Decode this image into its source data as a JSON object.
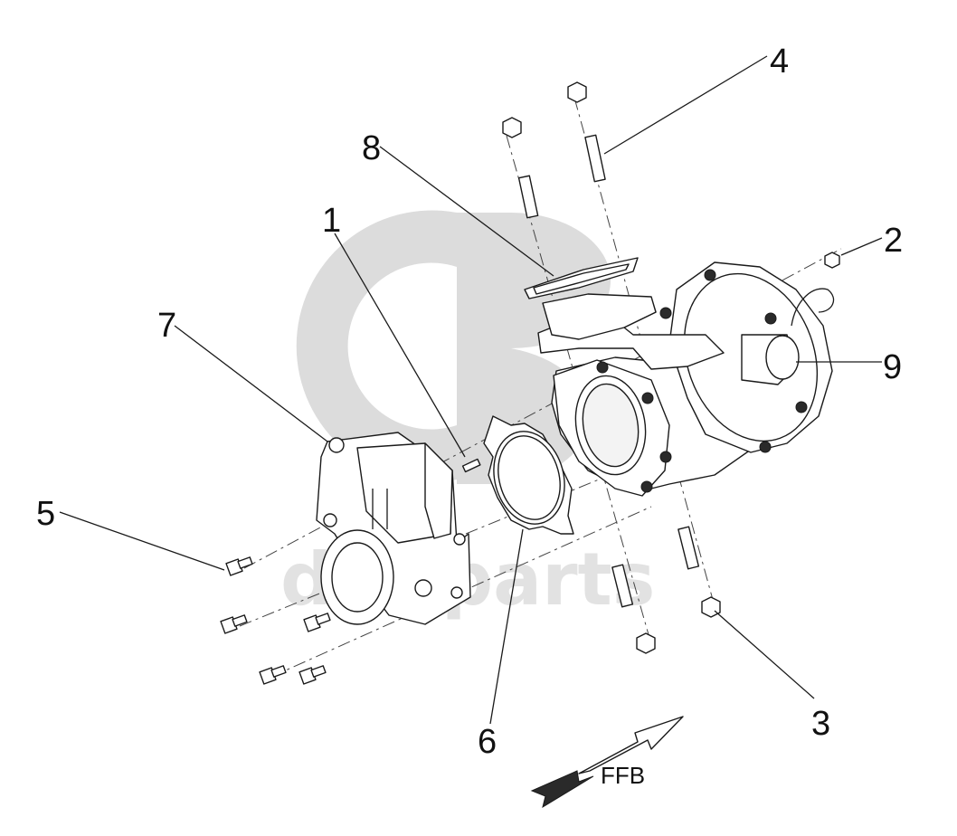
{
  "callouts": [
    "1",
    "2",
    "3",
    "4",
    "5",
    "6",
    "7",
    "8",
    "9"
  ],
  "direction_label": "FFB",
  "watermark": "daf-parts",
  "colors": {
    "ink": "#1a1a1a",
    "watermark": "#dcdcdc",
    "background": "#ffffff"
  }
}
